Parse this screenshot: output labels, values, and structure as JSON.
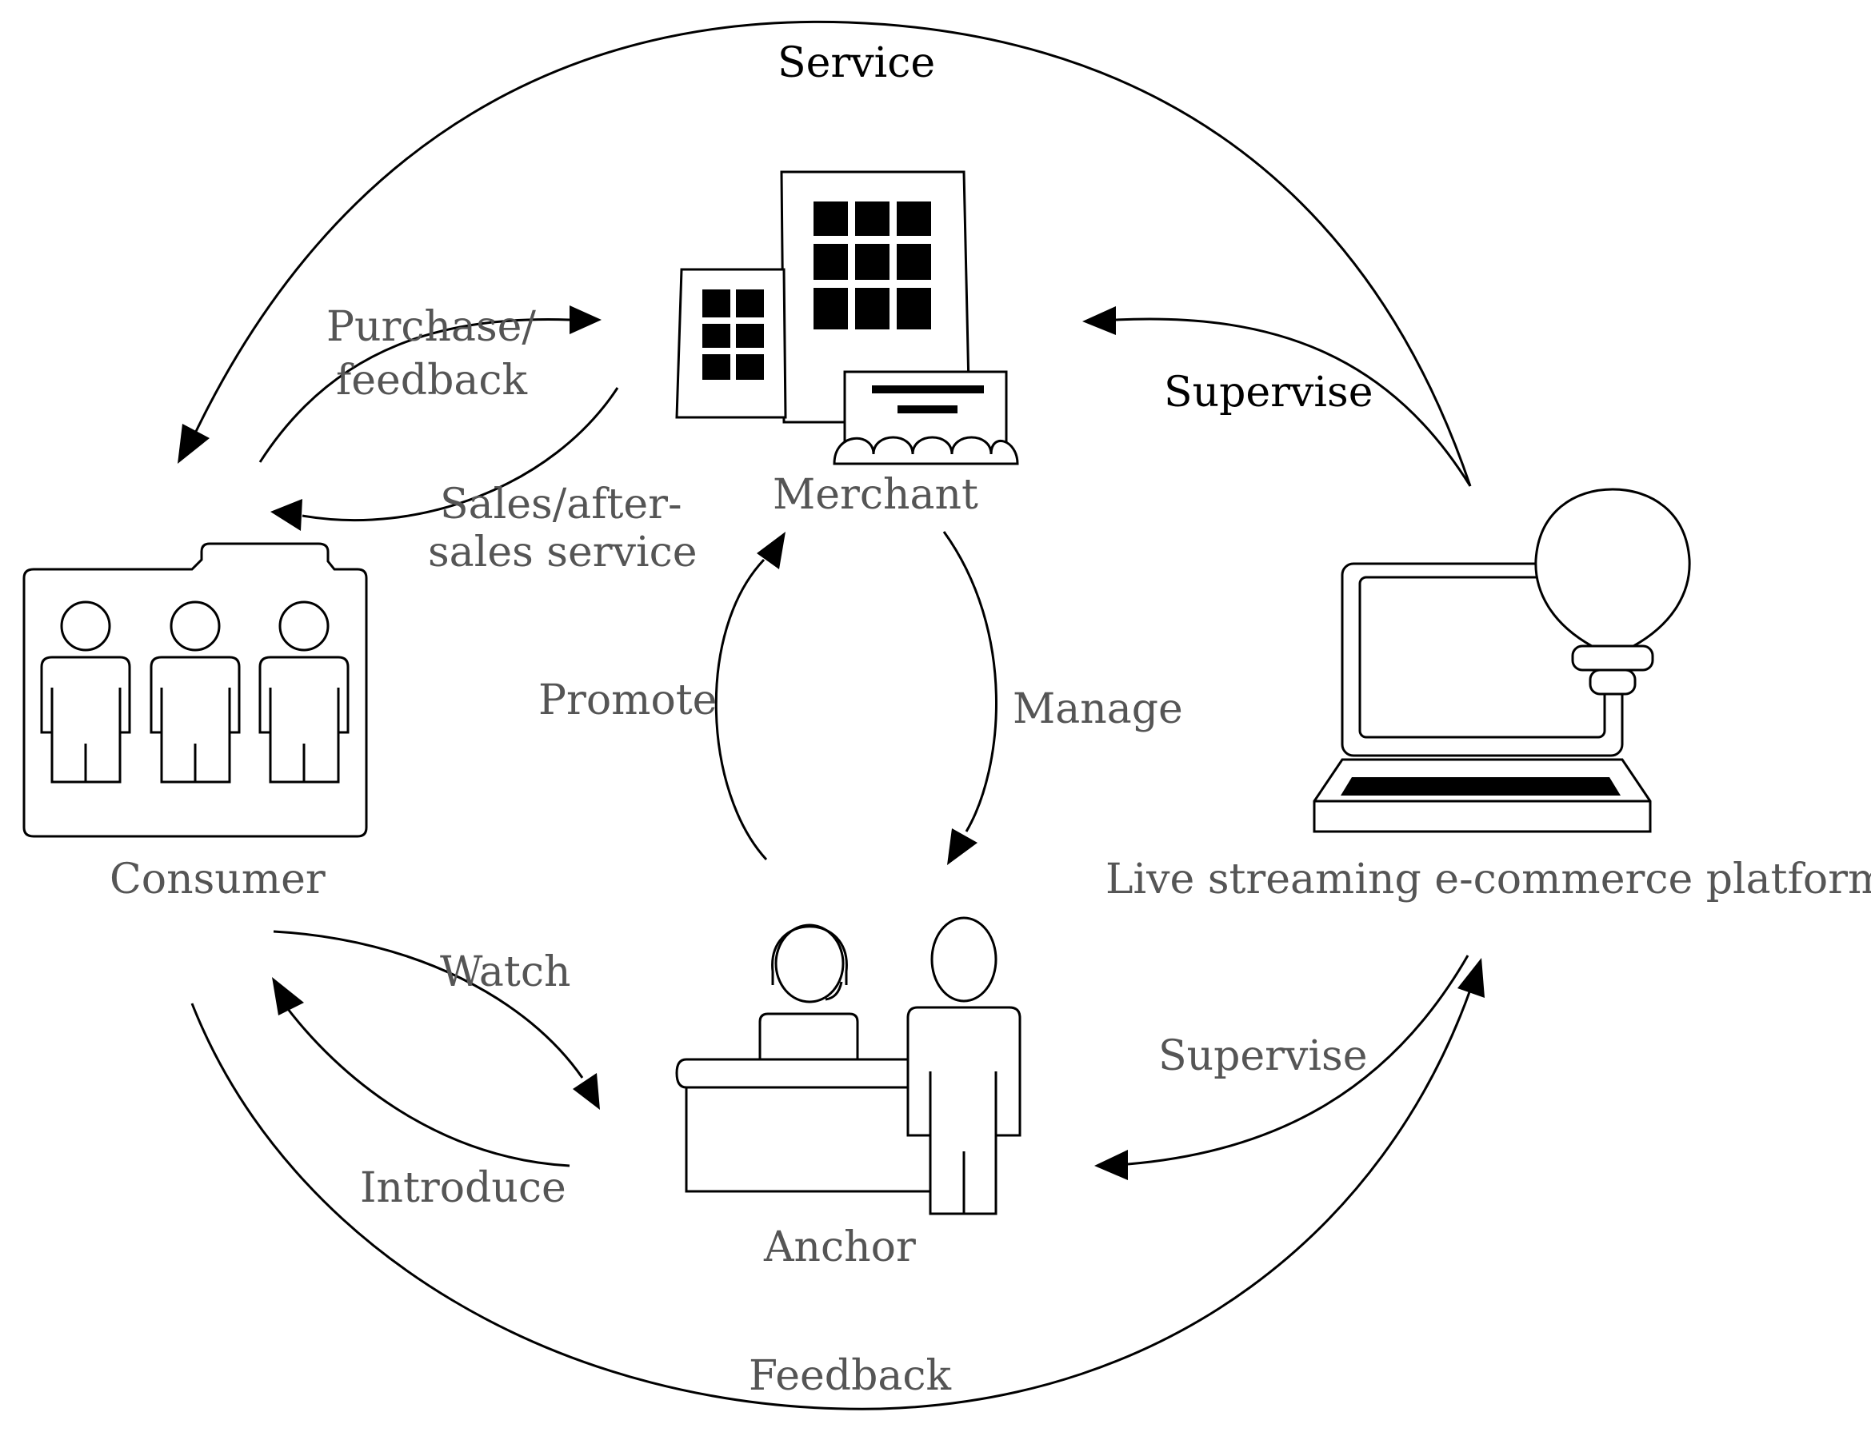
{
  "nodes": {
    "merchant": "Merchant",
    "consumer": "Consumer",
    "anchor": "Anchor",
    "platform": "Live streaming e-commerce  platform"
  },
  "edges": {
    "service": "Service",
    "purchase_line1": "Purchase/",
    "purchase_line2": "feedback",
    "sales_line1": "Sales/after-",
    "sales_line2": "sales service",
    "supervise_top": "Supervise",
    "promote": "Promote",
    "manage": "Manage",
    "watch": "Watch",
    "introduce": "Introduce",
    "supervise_bottom": "Supervise",
    "feedback": "Feedback"
  },
  "colors": {
    "text": "#555555",
    "text_dark": "#000000",
    "stroke": "#000000"
  }
}
